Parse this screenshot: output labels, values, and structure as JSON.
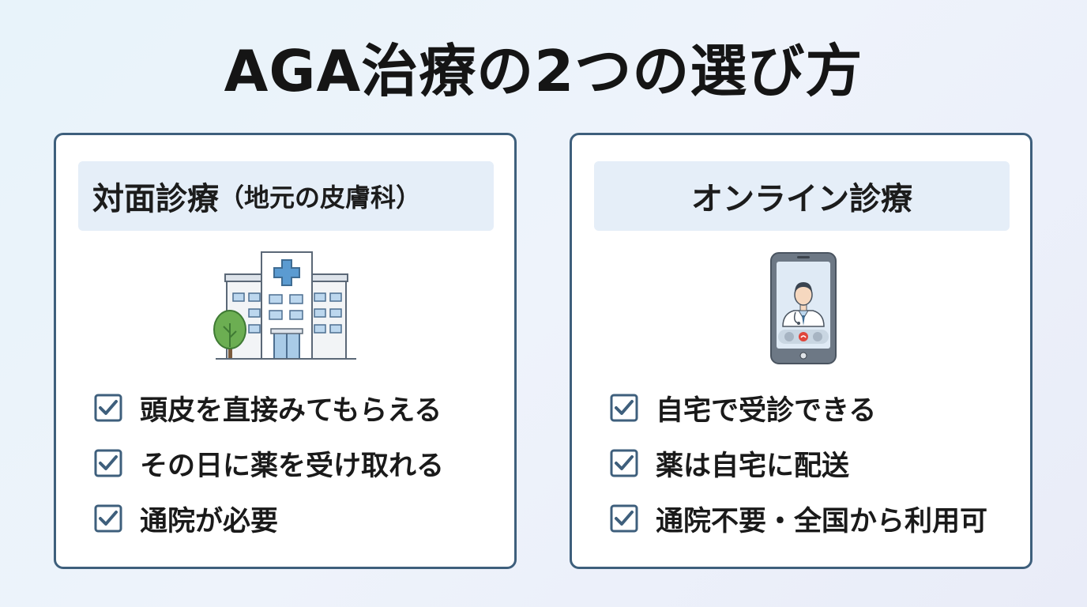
{
  "title": "AGA治療の2つの選び方",
  "cards": [
    {
      "header_main": "対面診療",
      "header_sub": "（地元の皮膚科）",
      "illustration": "hospital-building-icon",
      "items": [
        "頭皮を直接みてもらえる",
        "その日に薬を受け取れる",
        "通院が必要"
      ]
    },
    {
      "header_main": "オンライン診療",
      "header_sub": "",
      "illustration": "smartphone-doctor-video-call-icon",
      "items": [
        "自宅で受診できる",
        "薬は自宅に配送",
        "通院不要・全国から利用可"
      ]
    }
  ],
  "colors": {
    "border": "#3e5f7c",
    "header_bg": "#e5eef8",
    "check": "#3e5f7c",
    "accent_blue": "#5b9bd1",
    "tree_green": "#6cae52",
    "hangup_red": "#e0453a"
  }
}
